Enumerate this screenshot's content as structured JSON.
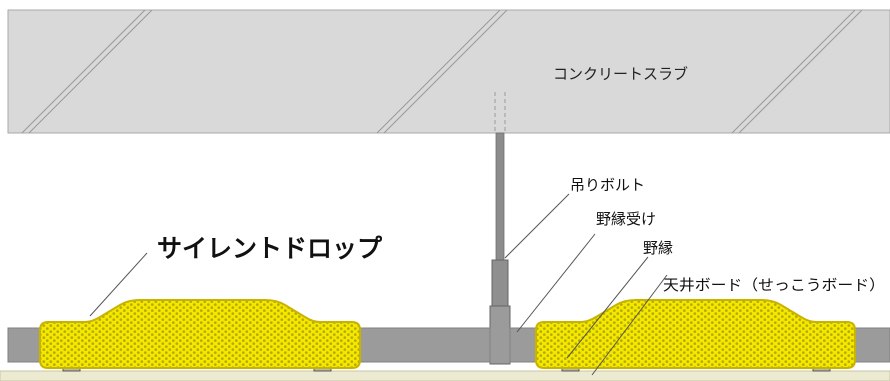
{
  "labels": {
    "slab": "コンクリートスラブ",
    "hanger_bolt": "吊りボルト",
    "nobuchi_uke": "野縁受け",
    "nobuchi": "野縁",
    "ceiling_board": "天井ボード（せっこうボード）",
    "product": "サイレントドロップ"
  },
  "colors": {
    "slab_fill": "#d9d9d9",
    "slab_edge": "#a9a9a9",
    "hatch": "#9a9a9a",
    "bolt": "#8c8c8c",
    "channel": "#9b9b9b",
    "board": "#ecebd2",
    "product_fill": "#f3e800",
    "product_edge": "#c8b400",
    "leader": "#555555"
  }
}
